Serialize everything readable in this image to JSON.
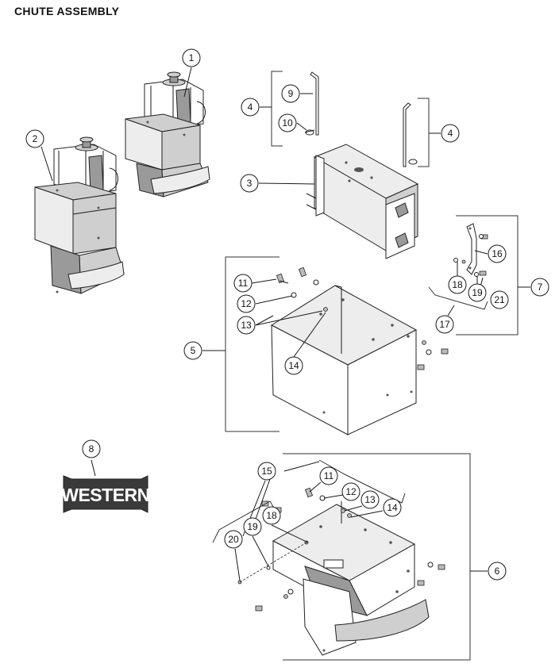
{
  "title": "CHUTE ASSEMBLY",
  "callouts": {
    "c1": "1",
    "c2": "2",
    "c3": "3",
    "c4a": "4",
    "c4b": "4",
    "c5": "5",
    "c6": "6",
    "c7": "7",
    "c8": "8",
    "c9": "9",
    "c10": "10",
    "c11a": "11",
    "c12a": "12",
    "c13a": "13",
    "c14a": "14",
    "c11b": "11",
    "c12b": "12",
    "c13b": "13",
    "c14b": "14",
    "c15": "15",
    "c16": "16",
    "c17": "17",
    "c18a": "18",
    "c19a": "19",
    "c21": "21",
    "c18b": "18",
    "c19b": "19",
    "c20": "20"
  },
  "logo": {
    "text": "WESTERN"
  },
  "colors": {
    "line": "#1a1a1a",
    "panel_light": "#ededed",
    "panel_mid": "#cfcfcf",
    "panel_dark": "#9a9a9a",
    "logo_bg": "#3a3a3a"
  }
}
